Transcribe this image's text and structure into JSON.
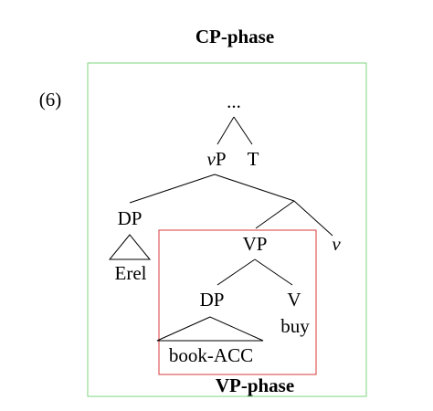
{
  "example_number": "(6)",
  "cp_phase": {
    "title": "CP-phase",
    "border_color": "#7fd67f"
  },
  "vp_phase": {
    "title": "VP-phase",
    "border_color": "#d83a3a"
  },
  "tree": {
    "root": "...",
    "vP_prefix": "v",
    "vP_suffix": "P",
    "T": "T",
    "DP_subject": "DP",
    "subject_word": "Erel",
    "VP": "VP",
    "v_head": "v",
    "DP_object": "DP",
    "object_word": "book-ACC",
    "V": "V",
    "verb_word": "buy"
  }
}
